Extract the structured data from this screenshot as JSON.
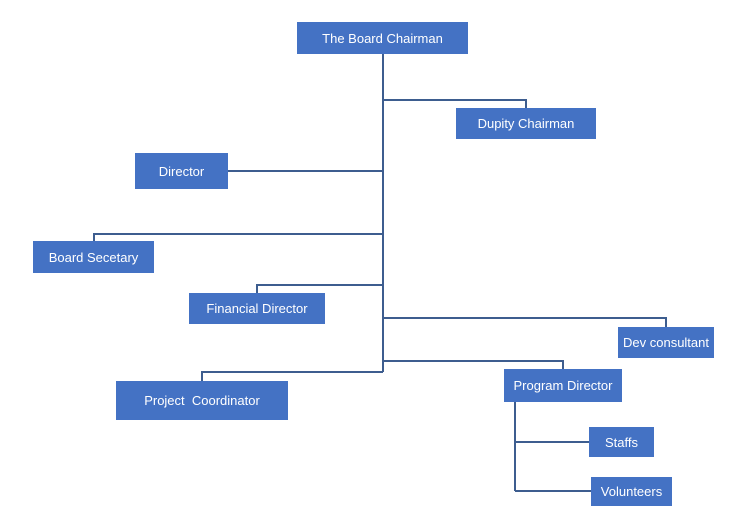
{
  "org_chart": {
    "box_color": "#4472c4",
    "line_color": "#3d5d8f",
    "text_color": "#ffffff",
    "nodes": {
      "board_chairman": "The Board Chairman",
      "deputy_chairman": "Dupity Chairman",
      "director": "Director",
      "board_secretary": "Board Secetary",
      "financial_director": "Financial Director",
      "dev_consultant": "Dev consultant",
      "project_coordinator": "Project  Coordinator",
      "program_director": "Program Director",
      "staffs": "Staffs",
      "volunteers": "Volunteers"
    }
  }
}
